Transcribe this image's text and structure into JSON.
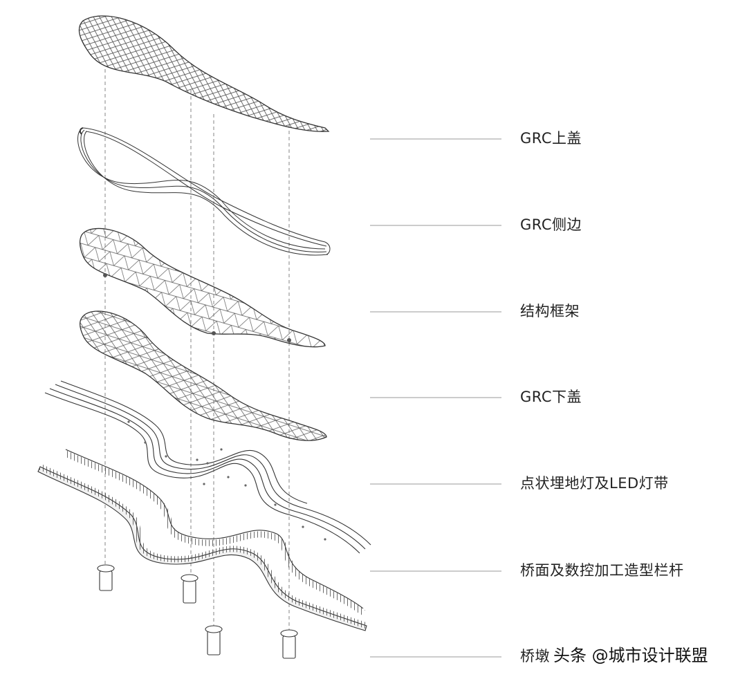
{
  "layers": [
    {
      "name": "grc-top-cover",
      "label": "GRC上盖"
    },
    {
      "name": "grc-side",
      "label": "GRC侧边"
    },
    {
      "name": "structure-frame",
      "label": "结构框架"
    },
    {
      "name": "grc-bottom-cover",
      "label": "GRC下盖"
    },
    {
      "name": "lighting",
      "label": "点状埋地灯及LED灯带"
    },
    {
      "name": "deck-railing",
      "label": "桥面及数控加工造型栏杆"
    },
    {
      "name": "pier",
      "label": "桥墩"
    }
  ],
  "watermark": "头条 @城市设计联盟",
  "colors": {
    "line": "#333333",
    "leader": "#9a9a9a",
    "mesh": "#444444"
  }
}
